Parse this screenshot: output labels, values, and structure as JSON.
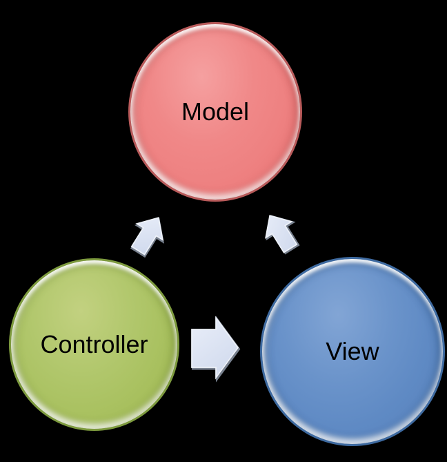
{
  "diagram": {
    "type": "cycle-diagram",
    "background_color": "#000000",
    "nodes": [
      {
        "id": "model",
        "label": "Model",
        "position": "top-center",
        "fill_color": "#ee8181",
        "rim_color": "#b85a5a",
        "text_color": "#000000"
      },
      {
        "id": "controller",
        "label": "Controller",
        "position": "bottom-left",
        "fill_color": "#a9c160",
        "rim_color": "#7d9a3e",
        "text_color": "#000000"
      },
      {
        "id": "view",
        "label": "View",
        "position": "bottom-right",
        "fill_color": "#5f8ac4",
        "rim_color": "#3e6aa0",
        "text_color": "#000000"
      }
    ],
    "arrows": [
      {
        "id": "controller-to-model",
        "direction": "up-right",
        "fill_color": "#dae1f0"
      },
      {
        "id": "view-to-model",
        "direction": "up-left",
        "fill_color": "#dae1f0"
      },
      {
        "id": "controller-to-view",
        "direction": "right",
        "fill_color": "#dae1f0"
      }
    ]
  }
}
